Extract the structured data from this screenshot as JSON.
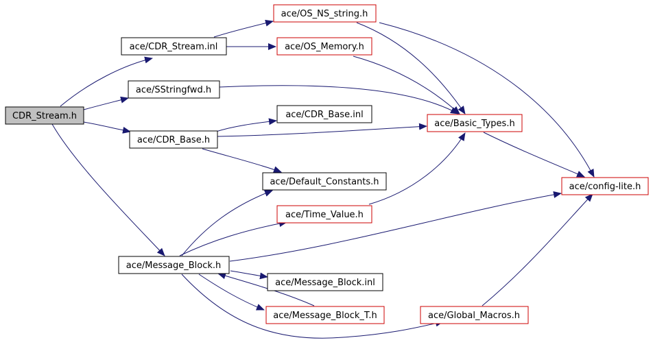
{
  "colors": {
    "edge": "#191970",
    "border_black": "#000000",
    "border_red": "#cc0000",
    "root_fill": "#c0c0c0",
    "node_fill": "#ffffff"
  },
  "nodes": {
    "cdr_stream_h": {
      "label": "CDR_Stream.h"
    },
    "cdr_stream_inl": {
      "label": "ace/CDR_Stream.inl"
    },
    "sstringfwd_h": {
      "label": "ace/SStringfwd.h"
    },
    "cdr_base_h": {
      "label": "ace/CDR_Base.h"
    },
    "message_block_h": {
      "label": "ace/Message_Block.h"
    },
    "os_ns_string_h": {
      "label": "ace/OS_NS_string.h"
    },
    "os_memory_h": {
      "label": "ace/OS_Memory.h"
    },
    "cdr_base_inl": {
      "label": "ace/CDR_Base.inl"
    },
    "basic_types_h": {
      "label": "ace/Basic_Types.h"
    },
    "default_constants_h": {
      "label": "ace/Default_Constants.h"
    },
    "time_value_h": {
      "label": "ace/Time_Value.h"
    },
    "config_lite_h": {
      "label": "ace/config-lite.h"
    },
    "message_block_inl": {
      "label": "ace/Message_Block.inl"
    },
    "message_block_t_h": {
      "label": "ace/Message_Block_T.h"
    },
    "global_macros_h": {
      "label": "ace/Global_Macros.h"
    }
  }
}
